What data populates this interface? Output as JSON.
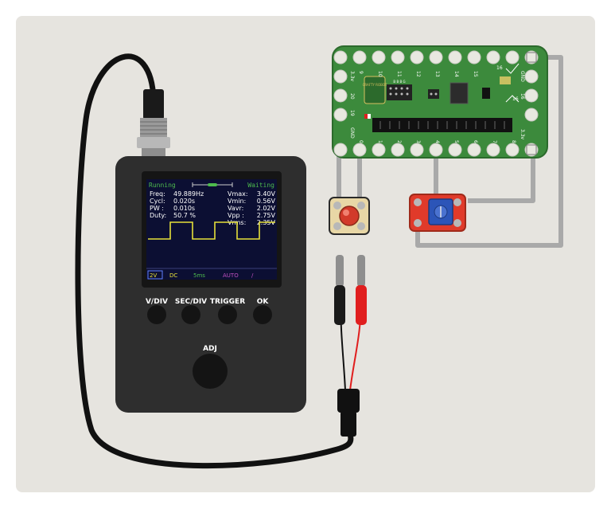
{
  "scope": {
    "status_left": "Running",
    "status_right": "Waiting",
    "readouts_left": [
      {
        "label": "Freq:",
        "value": "49.889Hz"
      },
      {
        "label": "Cycl:",
        "value": "0.020s"
      },
      {
        "label": "PW  :",
        "value": "0.010s"
      },
      {
        "label": "Duty:",
        "value": "50.7 %"
      }
    ],
    "readouts_right": [
      {
        "label": "Vmax:",
        "value": "3.40V"
      },
      {
        "label": "Vmin:",
        "value": "0.56V"
      },
      {
        "label": "Vavr:",
        "value": "2.02V"
      },
      {
        "label": "Vpp :",
        "value": "2.75V"
      },
      {
        "label": "Vrms:",
        "value": "2.35V"
      }
    ],
    "bottom_bar": {
      "vdiv": "2V",
      "coupling": "DC",
      "timebase": "5ms",
      "trigger_mode": "AUTO",
      "edge": "/"
    },
    "buttons": [
      "V/DIV",
      "SEC/DIV",
      "TRIGGER",
      "OK"
    ],
    "knob_label": "ADJ"
  },
  "board": {
    "top_pins": [
      "9",
      "10",
      "11",
      "12",
      "13",
      "14",
      "15"
    ],
    "left_pins": [
      "3.3v",
      "20",
      "19",
      "GND"
    ],
    "bottom_pins": [
      "0",
      "1",
      "2",
      "3",
      "4",
      "5",
      "6",
      "7",
      "8"
    ],
    "right_pins": [
      "GND",
      "16",
      "3.3v"
    ],
    "logo_text": "CRAFTY ROBOT",
    "header_label": "B B B G",
    "switch_label": "16",
    "switch2_label": "16"
  },
  "colors": {
    "background": "#e6e4df",
    "board": "#3c8a3c",
    "scope_body": "#2e2e2e",
    "wave": "#e6e03a",
    "probe_red": "#e01e1e",
    "led_module": "#e03a2a",
    "pot_module": "#e03a2a",
    "pot_knob": "#2c55b8",
    "wire_gray": "#b8b8b8"
  }
}
